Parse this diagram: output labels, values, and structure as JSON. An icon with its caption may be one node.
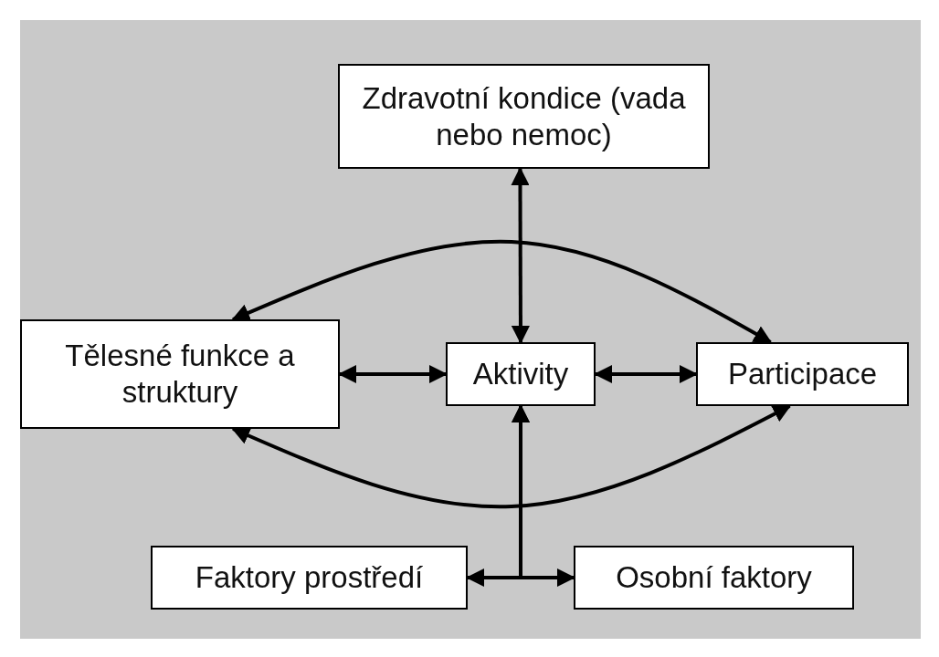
{
  "diagram": {
    "nodes": [
      {
        "text": [
          "Zdravotní kondice (vada nebo nemoc)"
        ]
      },
      {
        "text": [
          "Tělesné funkce a struktury"
        ]
      },
      {
        "text": [
          "Aktivity"
        ]
      },
      {
        "text": [
          "Participace"
        ]
      },
      {
        "text": [
          "Faktory prostředí"
        ]
      },
      {
        "text": [
          "Osobní faktory"
        ]
      }
    ],
    "edges": [
      {
        "from": 0,
        "to": 2,
        "arrow": "both"
      },
      {
        "from": 1,
        "to": 2,
        "arrow": "both"
      },
      {
        "from": 2,
        "to": 3,
        "arrow": "both"
      },
      {
        "from": 1,
        "to": 3,
        "arrow": "both"
      },
      {
        "from": 1,
        "to": 3,
        "arrow": "both"
      },
      {
        "from": 4,
        "to": 2,
        "arrow": "both"
      },
      {
        "from": 5,
        "to": 2,
        "arrow": "both"
      }
    ]
  }
}
